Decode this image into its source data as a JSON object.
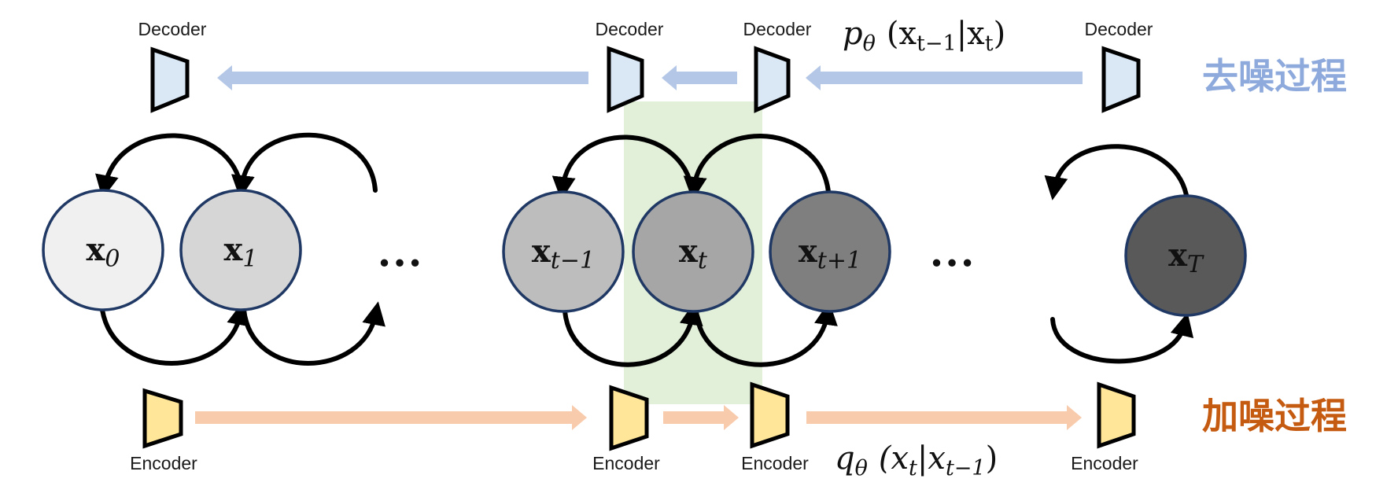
{
  "labels": {
    "decoder": "Decoder",
    "encoder": "Encoder"
  },
  "nodes": [
    {
      "main": "x",
      "sub": "0",
      "fill": "#f0f0f0",
      "text": "#111111"
    },
    {
      "main": "x",
      "sub": "1",
      "fill": "#d6d6d6",
      "text": "#111111"
    },
    {
      "main": "x",
      "sub": "t−1",
      "fill": "#bdbdbd",
      "text": "#111111"
    },
    {
      "main": "x",
      "sub": "t",
      "fill": "#a6a6a6",
      "text": "#111111"
    },
    {
      "main": "x",
      "sub": "t+1",
      "fill": "#7f7f7f",
      "text": "#111111"
    },
    {
      "main": "x",
      "sub": "T",
      "fill": "#595959",
      "text": "#111111"
    }
  ],
  "ellipsis": "…",
  "formula_top": {
    "main": "p",
    "main_sub": "θ",
    "open": "(x",
    "a_sub": "t−1",
    "bar": "|x",
    "b_sub": "t",
    "close": ")"
  },
  "formula_bottom": {
    "main": "q",
    "main_sub": "θ",
    "open": "(x",
    "a_sub": "t",
    "bar": "|x",
    "b_sub": "t−1",
    "close": ")"
  },
  "denoise_label": "去噪过程",
  "noise_label": "加噪过程",
  "colors": {
    "denoise": "#8ea9db",
    "noise": "#c55a11",
    "decoder_fill": "#dae8f5",
    "encoder_fill": "#ffe699",
    "blue_arrow": "#b4c7e7",
    "orange_arrow": "#f8cbad",
    "highlight": "#e2efd9",
    "circle_stroke": "#1f3864"
  }
}
